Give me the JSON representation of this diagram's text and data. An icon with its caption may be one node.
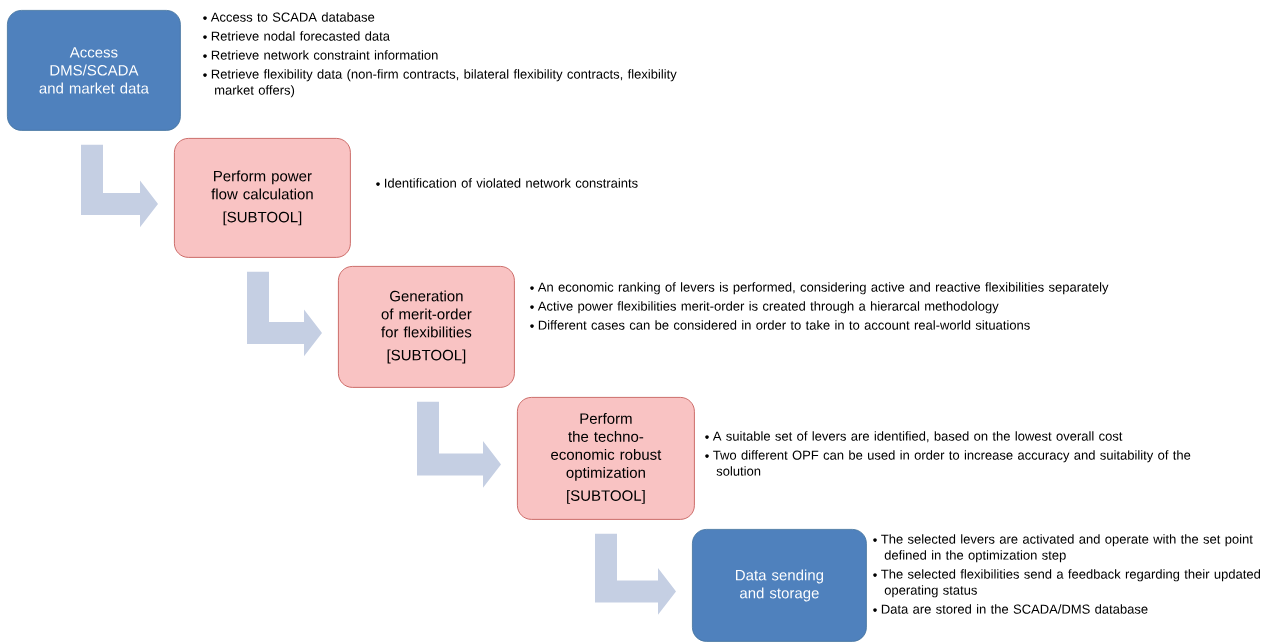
{
  "diagram": {
    "nodes": [
      {
        "text": [
          "Access DMS/SCADA and market data"
        ],
        "beside": [
          "Access to SCADA database",
          "Retrieve nodal forecasted data",
          "Retrieve network constraint information",
          "Retrieve flexibility data (non-firm contracts, bilateral flexibility contracts, flexibility market offers)"
        ]
      },
      {
        "text": [
          "Perform power flow calculation",
          "[SUBTOOL]"
        ],
        "beside": [
          "Identification of violated network constraints"
        ]
      },
      {
        "text": [
          "Generation of merit-order for flexibilities",
          "[SUBTOOL]"
        ],
        "beside": [
          "An economic ranking of levers is performed, considering active and reactive flexibilities separately",
          "Active power flexibilities merit-order is created through a hierarcal methodology",
          "Different cases can be considered in order to take in to account real-world situations"
        ]
      },
      {
        "text": [
          "Perform the techno-economic robust optimization",
          "[SUBTOOL]"
        ],
        "beside": [
          "A suitable set of levers are identified, based on the lowest overall cost",
          "Two different OPF can be used in order to increase accuracy and suitability of the solution"
        ]
      },
      {
        "text": [
          "Data sending and storage"
        ],
        "beside": [
          "The selected levers are activated and operate with the set point defined in the optimization step",
          "The selected flexibilities send a feedback regarding their updated operating status",
          "Data are stored in the SCADA/DMS database"
        ]
      }
    ],
    "edges": [
      {
        "from": 0,
        "to": 1,
        "arrow": "to"
      },
      {
        "from": 1,
        "to": 2,
        "arrow": "to"
      },
      {
        "from": 2,
        "to": 3,
        "arrow": "to"
      },
      {
        "from": 3,
        "to": 4,
        "arrow": "to"
      }
    ]
  }
}
